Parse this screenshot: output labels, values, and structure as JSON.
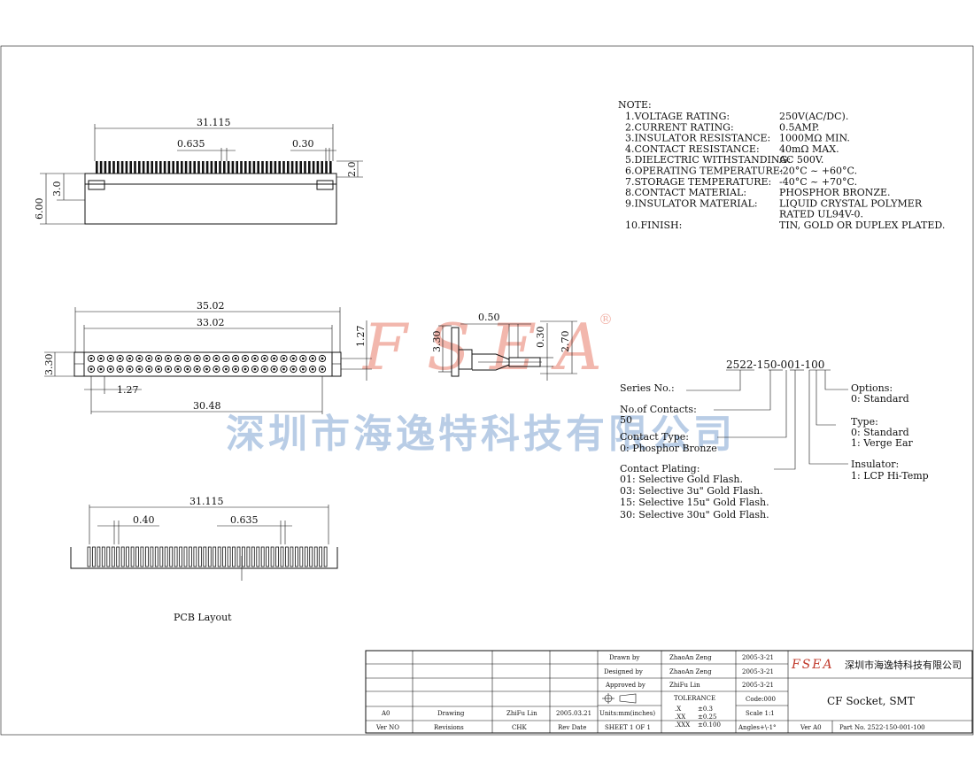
{
  "views": {
    "top": {
      "width": "31.115",
      "pitch": "0.635",
      "lead": "0.30",
      "height_total": "6.00",
      "height_a": "3.0",
      "height_b": "2.0"
    },
    "front": {
      "outer": "35.02",
      "inner": "33.02",
      "pitch": "1.27",
      "span": "30.48",
      "height": "3.30",
      "row_gap": "1.27"
    },
    "side": {
      "height": "3.30",
      "pin": "0.50",
      "thick": "0.30",
      "depth": "2.70"
    },
    "pcb": {
      "width": "31.115",
      "pad": "0.40",
      "pitch": "0.635",
      "label": "PCB Layout"
    }
  },
  "watermark": {
    "logo": "FSEA",
    "registered": "®",
    "company_cn": "深圳市海逸特科技有限公司"
  },
  "notes": {
    "heading": "NOTE:",
    "items": [
      {
        "label": "1.VOLTAGE RATING:",
        "value": "250V(AC/DC)."
      },
      {
        "label": "2.CURRENT RATING:",
        "value": "0.5AMP."
      },
      {
        "label": "3.INSULATOR RESISTANCE:",
        "value": "1000MΩ MIN."
      },
      {
        "label": "4.CONTACT RESISTANCE:",
        "value": "40mΩ MAX."
      },
      {
        "label": "5.DIELECTRIC WITHSTANDING:",
        "value": "AC 500V."
      },
      {
        "label": "6.OPERATING TEMPERATURE:",
        "value": "-20°C ~ +60°C."
      },
      {
        "label": "7.STORAGE TEMPERATURE:",
        "value": "-40°C ~ +70°C."
      },
      {
        "label": "8.CONTACT MATERIAL:",
        "value": "PHOSPHOR BRONZE."
      },
      {
        "label": "9.INSULATOR MATERIAL:",
        "value": "LIQUID CRYSTAL POLYMER"
      },
      {
        "label": "",
        "value": "RATED UL94V-0."
      },
      {
        "label": "10.FINISH:",
        "value": "TIN, GOLD OR DUPLEX PLATED."
      }
    ]
  },
  "part_code": {
    "code": "2522-150-001-100",
    "series_label": "Series No.:",
    "contacts_label": "No.of Contacts:",
    "contacts_value": "50",
    "contact_type_label": "Contact Type:",
    "contact_type_value": "0: Phosphor Bronze",
    "plating_label": "Contact Plating:",
    "plating_options": [
      "01: Selective Gold Flash.",
      "03: Selective 3u\" Gold Flash.",
      "15: Selective 15u\" Gold Flash.",
      "30: Selective 30u\" Gold Flash."
    ],
    "options_label": "Options:",
    "options_value": "0: Standard",
    "type_label": "Type:",
    "type_values": [
      "0: Standard",
      "1: Verge Ear"
    ],
    "insulator_label": "Insulator:",
    "insulator_value": "1: LCP Hi-Temp"
  },
  "title_block": {
    "drawn_label": "Drawn  by",
    "drawn_name": "ZhaoAn Zeng",
    "drawn_date": "2005-3-21",
    "designed_label": "Designed  by",
    "designed_name": "ZhaoAn Zeng",
    "designed_date": "2005-3-21",
    "approved_label": "Approved  by",
    "approved_name": "ZhiFu Lin",
    "approved_date": "2005-3-21",
    "logo": "FSEA",
    "company": "深圳市海逸特科技有限公司",
    "tolerance_label": "TOLERANCE",
    "code": "Code:000",
    "tol_x": ".X",
    "tol_x_val": "±0.3",
    "tol_xx": ".XX",
    "tol_xx_val": "±0.25",
    "tol_xxx": ".XXX",
    "tol_xxx_val": "±0.100",
    "scale": "Scale 1:1",
    "angles": "Angles+\\-1°",
    "title": "CF Socket, SMT",
    "rev_row": {
      "ver": "A0",
      "drawing": "Drawing",
      "chk": "ZhiFu Lin",
      "date": "2005.03.21"
    },
    "hdr_row": {
      "ver": "Ver NO",
      "revisions": "Revisions",
      "chk": "CHK",
      "date": "Rev Date"
    },
    "units": "Units:mm(inches)",
    "sheet": "SHEET 1 OF 1",
    "ver_footer": "Ver A0",
    "part_no": "Part No. 2522-150-001-100"
  }
}
